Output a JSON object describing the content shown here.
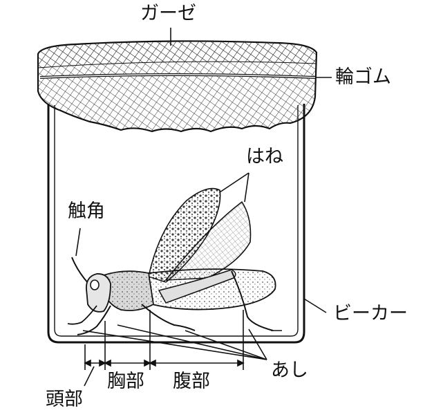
{
  "labels": {
    "gauze": "ガーゼ",
    "rubber_band": "輪ゴム",
    "wings": "はね",
    "antenna": "触角",
    "beaker": "ビーカー",
    "legs": "あし",
    "head": "頭部",
    "thorax": "胸部",
    "abdomen": "腹部"
  },
  "colors": {
    "line": "#111111",
    "background": "#ffffff",
    "insect_shade": "#d9d9d9",
    "wing_spots": "#3a3a3a"
  }
}
